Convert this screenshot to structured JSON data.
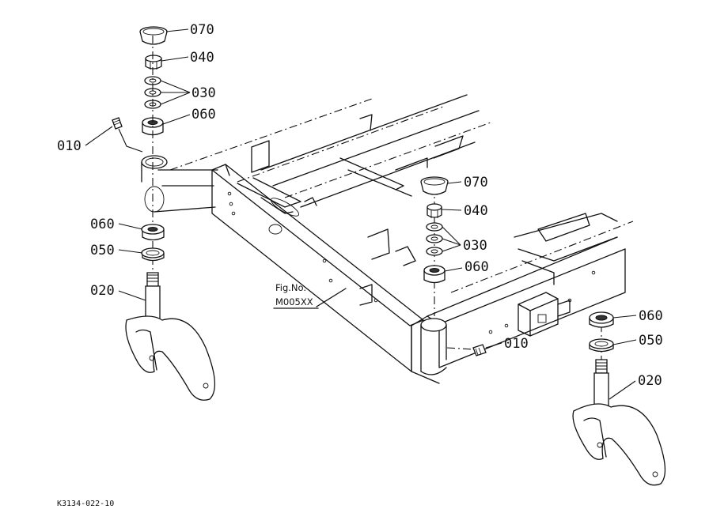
{
  "labels": {
    "l070a": "070",
    "l040a": "040",
    "l030a": "030",
    "l060a": "060",
    "l010a": "010",
    "l060b": "060",
    "l050a": "050",
    "l020a": "020",
    "l070b": "070",
    "l040b": "040",
    "l030b": "030",
    "l060c": "060",
    "l010b": "010",
    "l060d": "060",
    "l050b": "050",
    "l020b": "020"
  },
  "figure_ref": {
    "line1": "Fig.No.",
    "line2": "M005XX"
  },
  "drawing_code": "K3134-022-10"
}
